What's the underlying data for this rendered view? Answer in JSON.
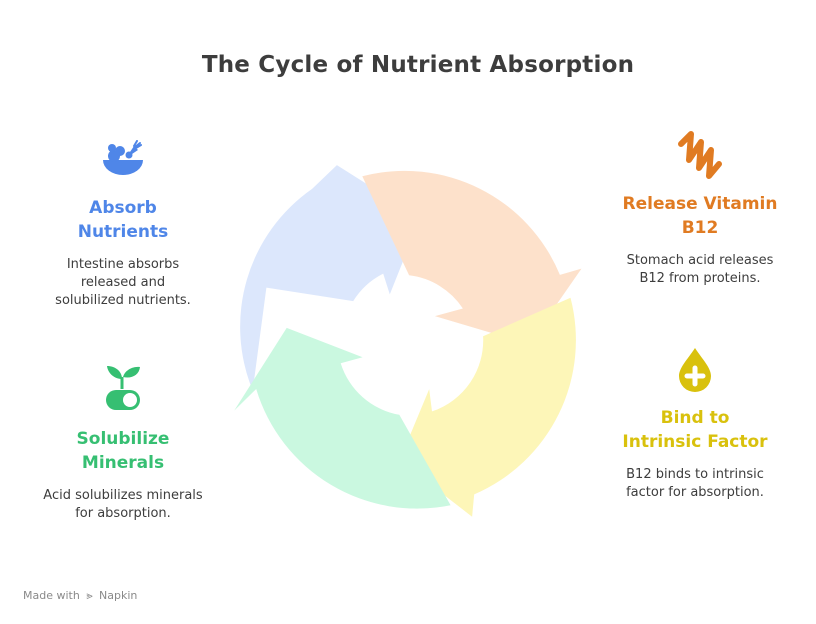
{
  "title": "The Cycle of Nutrient Absorption",
  "steps": [
    {
      "heading": "Absorb Nutrients",
      "description": "Intestine absorbs released and solubilized nutrients.",
      "color": "#4f86e8",
      "icon": "salad-bowl-icon"
    },
    {
      "heading": "Release Vitamin B12",
      "description": "Stomach acid releases B12 from proteins.",
      "color": "#e07b22",
      "icon": "squiggle-icon"
    },
    {
      "heading": "Bind to Intrinsic Factor",
      "description": "B12 binds to intrinsic factor for absorption.",
      "color": "#d9c10d",
      "icon": "drop-plus-icon"
    },
    {
      "heading": "Solubilize Minerals",
      "description": "Acid solubilizes minerals for absorption.",
      "color": "#36bf72",
      "icon": "sprout-capsule-icon"
    }
  ],
  "arrow_colors": {
    "blue": "#dce7fc",
    "orange": "#fde1cb",
    "yellow": "#fdf6b8",
    "green": "#caf8e0"
  },
  "footer": {
    "prefix": "Made with",
    "brand": "Napkin"
  }
}
